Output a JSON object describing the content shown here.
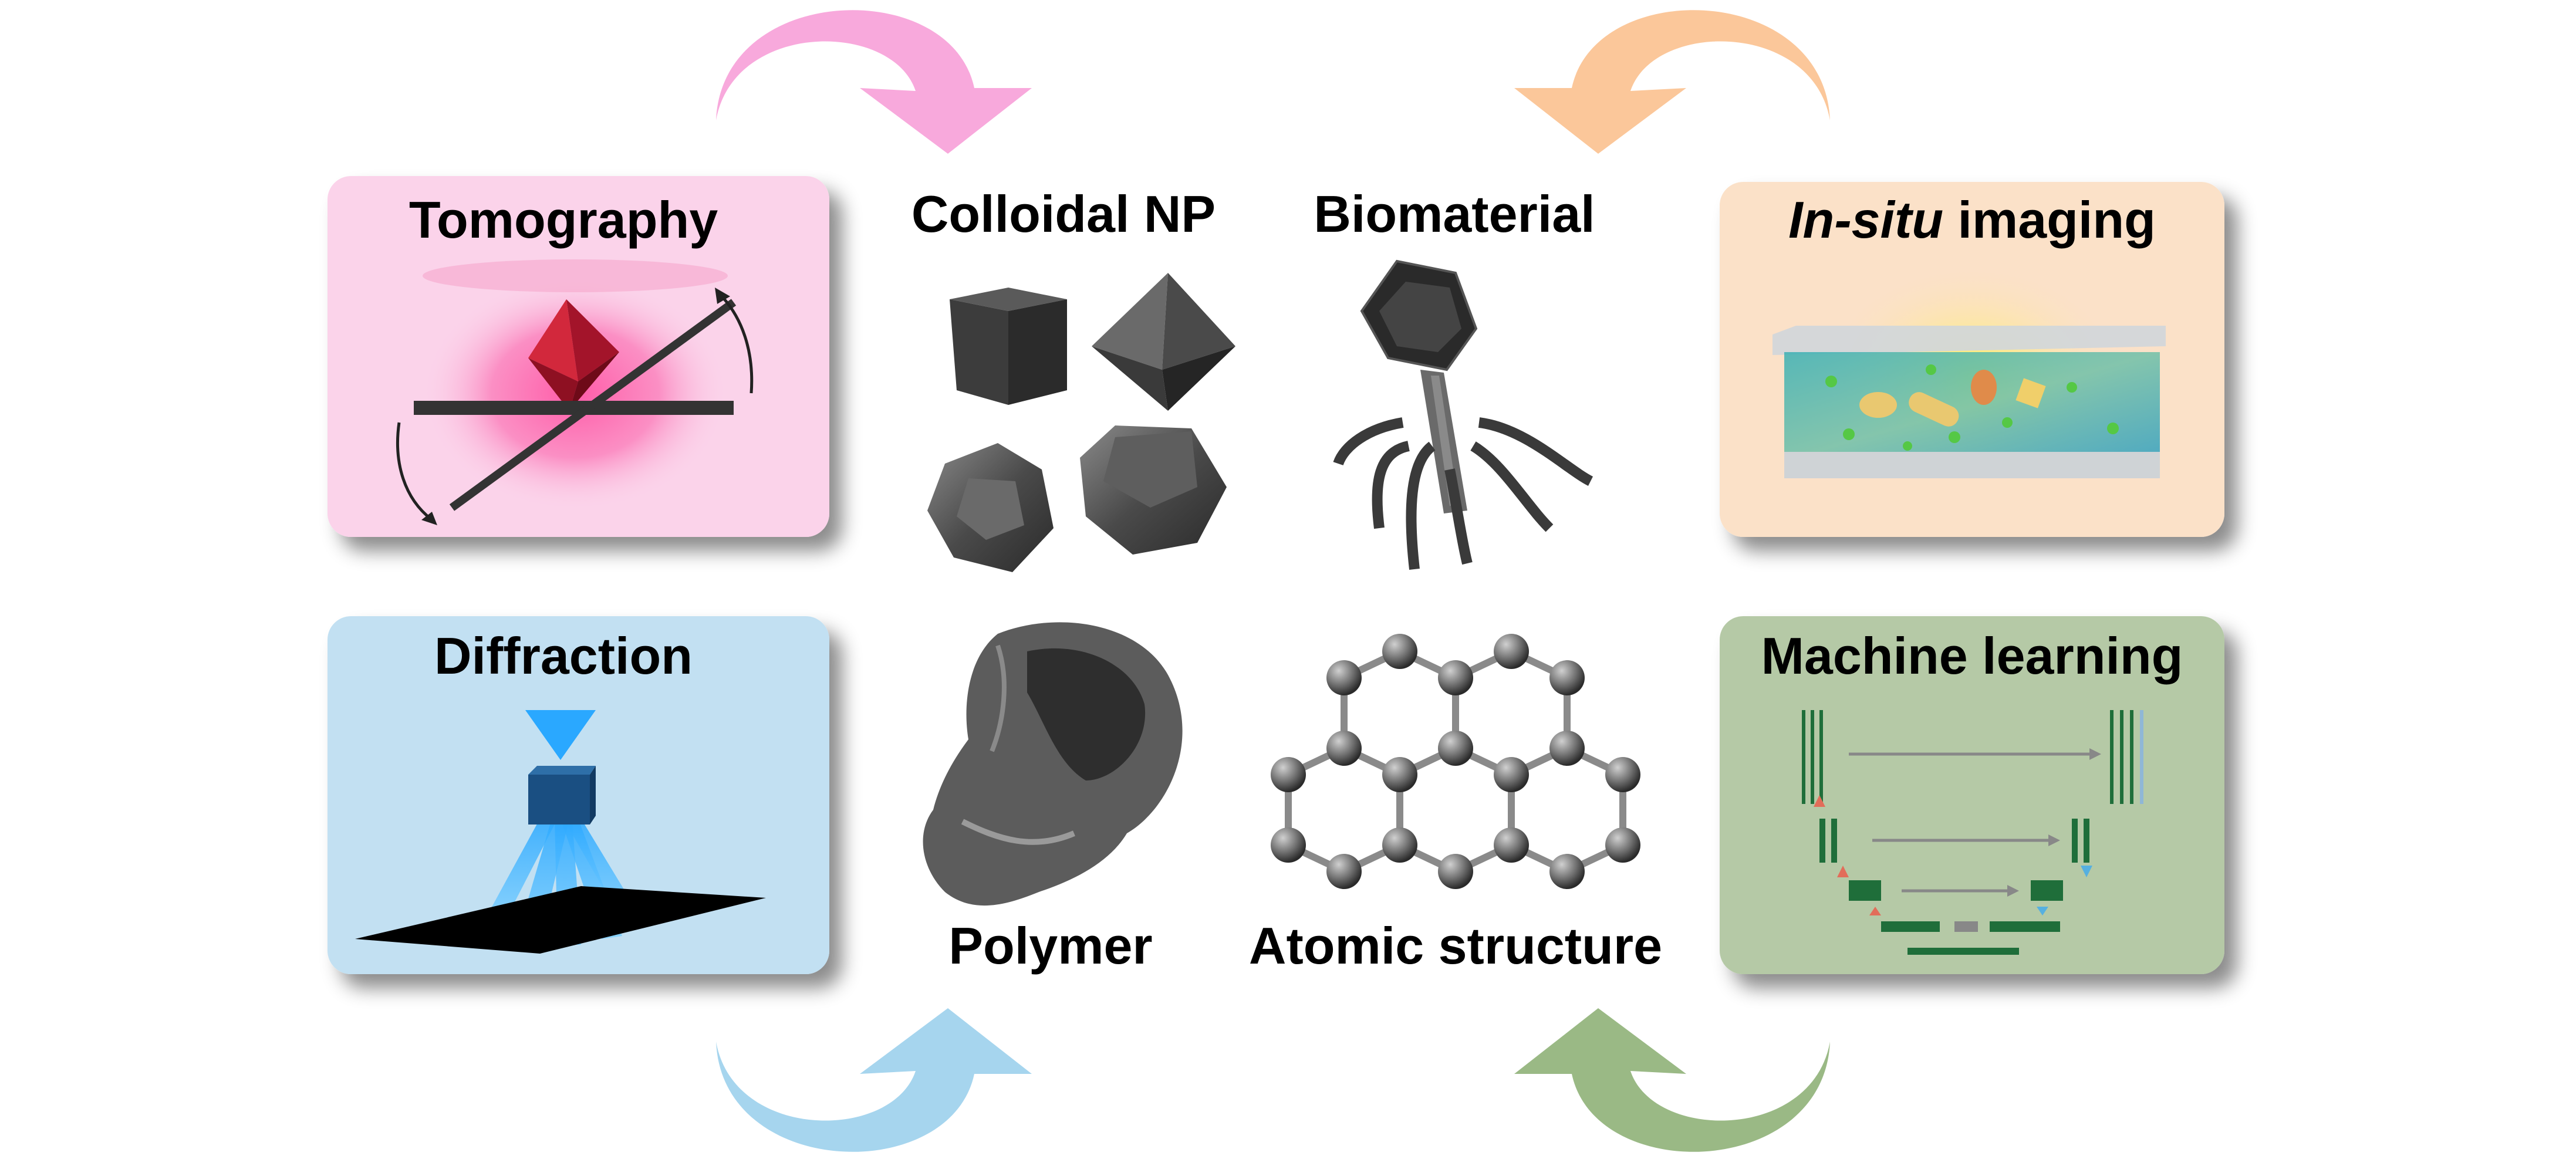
{
  "labels": {
    "tomography": "Tomography",
    "colloidal_np": "Colloidal NP",
    "biomaterial": "Biomaterial",
    "insitu_italic": "In-situ",
    "insitu_rest": " imaging",
    "diffraction": "Diffraction",
    "polymer": "Polymer",
    "atomic_structure": "Atomic structure",
    "machine_learning": "Machine learning"
  },
  "colors": {
    "tomography_panel": "#fbd3ea",
    "insitu_panel": "#fbe1c8",
    "diffraction_panel": "#c2e0f2",
    "ml_panel": "#b5c9a6",
    "arrow_pink": "#f8a9dc",
    "arrow_orange": "#fbc79a",
    "arrow_blue": "#a6d5ee",
    "arrow_green": "#9ab985"
  }
}
